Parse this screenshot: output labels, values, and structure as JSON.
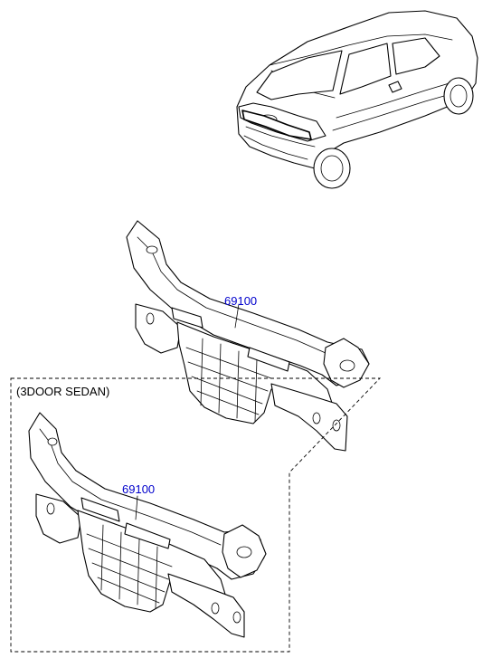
{
  "diagram": {
    "parts": [
      {
        "part_number": "69100"
      },
      {
        "part_number": "69100",
        "variant": "(3DOOR SEDAN)"
      }
    ],
    "colors": {
      "part_number_label": "#0000cc",
      "line_art": "#000000",
      "background": "#ffffff"
    }
  }
}
